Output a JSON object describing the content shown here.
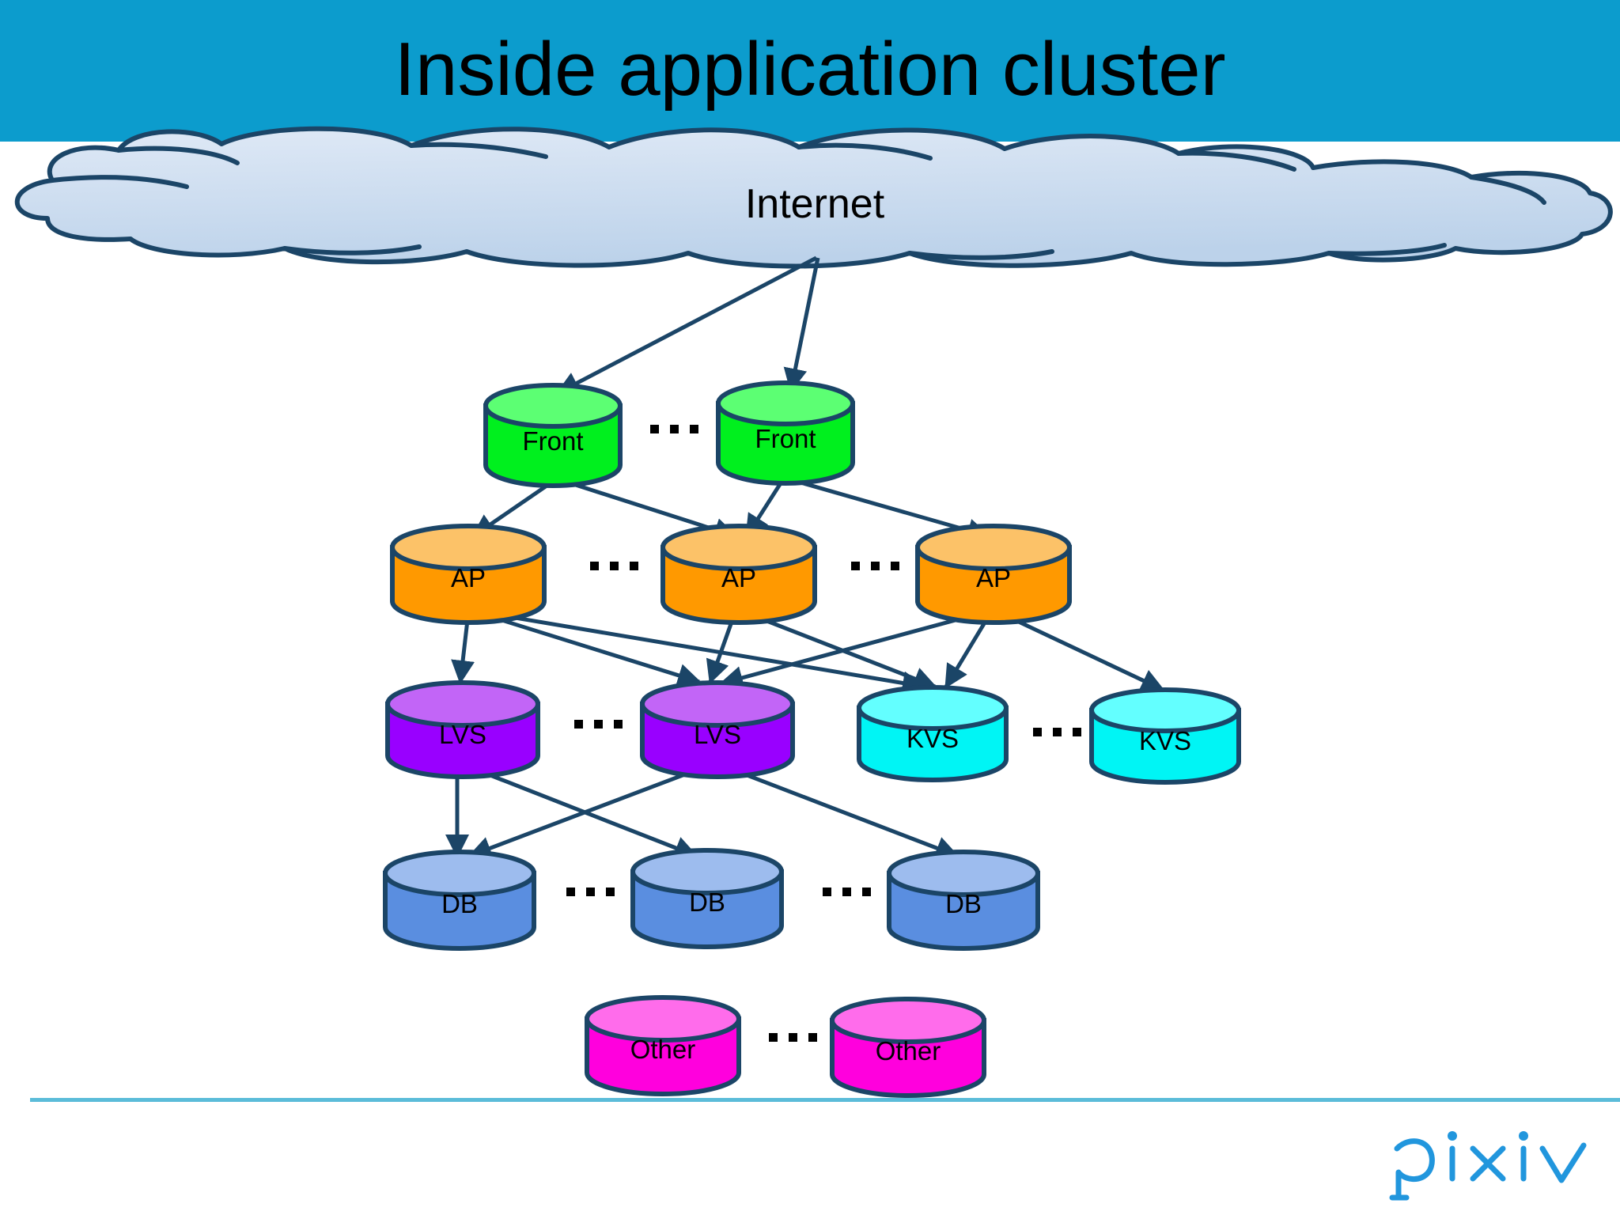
{
  "slide": {
    "title": "Inside application cluster",
    "header_color": "#0c9ccd",
    "background_color": "#ffffff",
    "accent_rule_color": "#5bbcd9",
    "outline_color": "#1b4567"
  },
  "cloud": {
    "label": "Internet",
    "fill": "#c5d8ee",
    "stroke": "#1b4567"
  },
  "tiers": [
    {
      "id": "front",
      "label": "Front",
      "fill": "#00f01e",
      "top_fill": "#5cff73",
      "nodes": [
        {
          "label": "Front"
        },
        {
          "label": "Front"
        }
      ],
      "separators": [
        "..."
      ]
    },
    {
      "id": "ap",
      "label": "AP",
      "fill": "#ff9900",
      "top_fill": "#fcc268",
      "nodes": [
        {
          "label": "AP"
        },
        {
          "label": "AP"
        },
        {
          "label": "AP"
        }
      ],
      "separators": [
        "...",
        "..."
      ]
    },
    {
      "id": "lvs",
      "label": "LVS",
      "fill": "#9900ff",
      "top_fill": "#c265f7",
      "nodes": [
        {
          "label": "LVS"
        },
        {
          "label": "LVS"
        }
      ],
      "separators": [
        "..."
      ]
    },
    {
      "id": "kvs",
      "label": "KVS",
      "fill": "#00f5f5",
      "top_fill": "#63ffff",
      "nodes": [
        {
          "label": "KVS"
        },
        {
          "label": "KVS"
        }
      ],
      "separators": [
        "..."
      ]
    },
    {
      "id": "db",
      "label": "DB",
      "fill": "#5a8ee0",
      "top_fill": "#9dbcee",
      "nodes": [
        {
          "label": "DB"
        },
        {
          "label": "DB"
        },
        {
          "label": "DB"
        }
      ],
      "separators": [
        "...",
        "..."
      ]
    },
    {
      "id": "other",
      "label": "Other",
      "fill": "#ff00dd",
      "top_fill": "#ff6ceb",
      "nodes": [
        {
          "label": "Other"
        },
        {
          "label": "Other"
        }
      ],
      "separators": [
        "..."
      ]
    }
  ],
  "nodes": {
    "front_1": "Front",
    "front_2": "Front",
    "ap_1": "AP",
    "ap_2": "AP",
    "ap_3": "AP",
    "lvs_1": "LVS",
    "lvs_2": "LVS",
    "kvs_1": "KVS",
    "kvs_2": "KVS",
    "db_1": "DB",
    "db_2": "DB",
    "db_3": "DB",
    "other_1": "Other",
    "other_2": "Other"
  },
  "ellipses": {
    "front": "...",
    "ap_left": "...",
    "ap_right": "...",
    "lvs": "...",
    "kvs": "...",
    "db_left": "...",
    "db_right": "...",
    "other": "..."
  },
  "edges": [
    {
      "from": "internet",
      "to": "front_1"
    },
    {
      "from": "internet",
      "to": "front_2"
    },
    {
      "from": "front_1",
      "to": "ap_1"
    },
    {
      "from": "front_1",
      "to": "ap_2"
    },
    {
      "from": "front_2",
      "to": "ap_2"
    },
    {
      "from": "front_2",
      "to": "ap_3"
    },
    {
      "from": "ap_1",
      "to": "lvs_1"
    },
    {
      "from": "ap_1",
      "to": "lvs_2"
    },
    {
      "from": "ap_1",
      "to": "kvs_1"
    },
    {
      "from": "ap_2",
      "to": "lvs_2"
    },
    {
      "from": "ap_2",
      "to": "kvs_1"
    },
    {
      "from": "ap_3",
      "to": "lvs_2"
    },
    {
      "from": "ap_3",
      "to": "kvs_1"
    },
    {
      "from": "ap_3",
      "to": "kvs_2"
    },
    {
      "from": "lvs_1",
      "to": "db_1"
    },
    {
      "from": "lvs_1",
      "to": "db_2"
    },
    {
      "from": "lvs_2",
      "to": "db_1"
    },
    {
      "from": "lvs_2",
      "to": "db_3"
    }
  ],
  "footer": {
    "logo_text": "pixiv",
    "logo_color": "#2196dd"
  }
}
